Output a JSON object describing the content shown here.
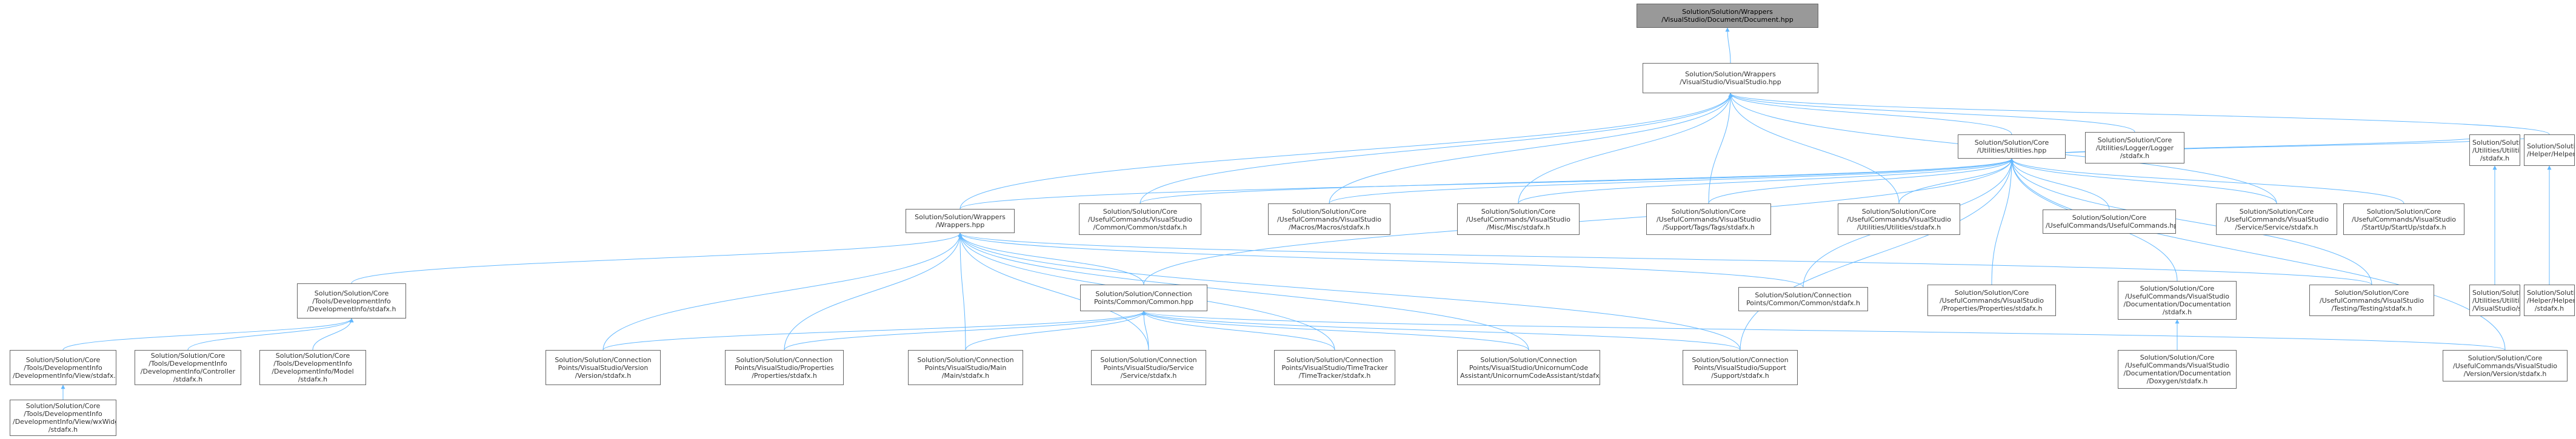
{
  "colors": {
    "edge": "#63b8ff",
    "border": "#666666",
    "root_fill": "#999999",
    "text": "#333333"
  },
  "nodes": [
    {
      "id": "document",
      "lines": [
        "Solution/Solution/Wrappers",
        "/VisualStudio/Document/Document.hpp"
      ],
      "root": true
    },
    {
      "id": "visualstudio",
      "lines": [
        "Solution/Solution/Wrappers",
        "/VisualStudio/VisualStudio.hpp"
      ]
    },
    {
      "id": "utilities",
      "lines": [
        "Solution/Solution/Core",
        "/Utilities/Utilities.hpp"
      ]
    },
    {
      "id": "logger",
      "lines": [
        "Solution/Solution/Core",
        "/Utilities/Logger/Logger",
        "/stdafx.h"
      ]
    },
    {
      "id": "wrappers",
      "lines": [
        "Solution/Solution/Wrappers",
        "/Wrappers.hpp"
      ]
    },
    {
      "id": "uc_common",
      "lines": [
        "Solution/Solution/Core",
        "/UsefulCommands/VisualStudio",
        "/Common/Common/stdafx.h"
      ]
    },
    {
      "id": "uc_macros",
      "lines": [
        "Solution/Solution/Core",
        "/UsefulCommands/VisualStudio",
        "/Macros/Macros/stdafx.h"
      ]
    },
    {
      "id": "uc_misc",
      "lines": [
        "Solution/Solution/Core",
        "/UsefulCommands/VisualStudio",
        "/Misc/Misc/stdafx.h"
      ]
    },
    {
      "id": "uc_support_tags",
      "lines": [
        "Solution/Solution/Core",
        "/UsefulCommands/VisualStudio",
        "/Support/Tags/Tags/stdafx.h"
      ]
    },
    {
      "id": "uc_utilities",
      "lines": [
        "Solution/Solution/Core",
        "/UsefulCommands/VisualStudio",
        "/Utilities/Utilities/stdafx.h"
      ]
    },
    {
      "id": "usefulcommands",
      "lines": [
        "Solution/Solution/Core",
        "/UsefulCommands/UsefulCommands.hpp"
      ]
    },
    {
      "id": "uc_service",
      "lines": [
        "Solution/Solution/Core",
        "/UsefulCommands/VisualStudio",
        "/Service/Service/stdafx.h"
      ]
    },
    {
      "id": "uc_startup",
      "lines": [
        "Solution/Solution/Core",
        "/UsefulCommands/VisualStudio",
        "/StartUp/StartUp/stdafx.h"
      ]
    },
    {
      "id": "util_stdafx",
      "lines": [
        "Solution/Solution/Core",
        "/Utilities/Utilities/Utilities",
        "/stdafx.h"
      ]
    },
    {
      "id": "helper",
      "lines": [
        "Solution/Solution/Wrappers",
        "/Helper/Helper/stdafx.h"
      ]
    },
    {
      "id": "devinfo",
      "lines": [
        "Solution/Solution/Core",
        "/Tools/DevelopmentInfo",
        "/DevelopmentInfo/stdafx.h"
      ]
    },
    {
      "id": "conn_common_hpp",
      "lines": [
        "Solution/Solution/Connection",
        "Points/Common/Common.hpp"
      ]
    },
    {
      "id": "conn_common_stdafx",
      "lines": [
        "Solution/Solution/Connection",
        "Points/Common/Common/stdafx.h"
      ]
    },
    {
      "id": "uc_properties",
      "lines": [
        "Solution/Solution/Core",
        "/UsefulCommands/VisualStudio",
        "/Properties/Properties/stdafx.h"
      ]
    },
    {
      "id": "uc_documentation",
      "lines": [
        "Solution/Solution/Core",
        "/UsefulCommands/VisualStudio",
        "/Documentation/Documentation",
        "/stdafx.h"
      ]
    },
    {
      "id": "uc_testing",
      "lines": [
        "Solution/Solution/Core",
        "/UsefulCommands/VisualStudio",
        "/Testing/Testing/stdafx.h"
      ]
    },
    {
      "id": "uc_version",
      "lines": [
        "Solution/Solution/Core",
        "/UsefulCommands/VisualStudio",
        "/Version/Version/stdafx.h"
      ]
    },
    {
      "id": "util_vs_stdafx",
      "lines": [
        "Solution/Solution/Core",
        "/Utilities/Utilities/Utilities",
        "/VisualStudio/stdafx.h"
      ]
    },
    {
      "id": "helper_vs",
      "lines": [
        "Solution/Solution/Wrappers",
        "/Helper/Helper/VisualStudio",
        "/stdafx.h"
      ]
    },
    {
      "id": "devinfo_view",
      "lines": [
        "Solution/Solution/Core",
        "/Tools/DevelopmentInfo",
        "/DevelopmentInfo/View/stdafx.h"
      ]
    },
    {
      "id": "devinfo_controller",
      "lines": [
        "Solution/Solution/Core",
        "/Tools/DevelopmentInfo",
        "/DevelopmentInfo/Controller",
        "/stdafx.h"
      ]
    },
    {
      "id": "devinfo_model",
      "lines": [
        "Solution/Solution/Core",
        "/Tools/DevelopmentInfo",
        "/DevelopmentInfo/Model",
        "/stdafx.h"
      ]
    },
    {
      "id": "conn_version",
      "lines": [
        "Solution/Solution/Connection",
        "Points/VisualStudio/Version",
        "/Version/stdafx.h"
      ]
    },
    {
      "id": "conn_properties",
      "lines": [
        "Solution/Solution/Connection",
        "Points/VisualStudio/Properties",
        "/Properties/stdafx.h"
      ]
    },
    {
      "id": "conn_main",
      "lines": [
        "Solution/Solution/Connection",
        "Points/VisualStudio/Main",
        "/Main/stdafx.h"
      ]
    },
    {
      "id": "conn_service",
      "lines": [
        "Solution/Solution/Connection",
        "Points/VisualStudio/Service",
        "/Service/stdafx.h"
      ]
    },
    {
      "id": "conn_timetracker",
      "lines": [
        "Solution/Solution/Connection",
        "Points/VisualStudio/TimeTracker",
        "/TimeTracker/stdafx.h"
      ]
    },
    {
      "id": "conn_unicorn",
      "lines": [
        "Solution/Solution/Connection",
        "Points/VisualStudio/UnicornumCode",
        "Assistant/UnicornumCodeAssistant/stdafx.h"
      ]
    },
    {
      "id": "conn_support",
      "lines": [
        "Solution/Solution/Connection",
        "Points/VisualStudio/Support",
        "/Support/stdafx.h"
      ]
    },
    {
      "id": "uc_doxygen",
      "lines": [
        "Solution/Solution/Core",
        "/UsefulCommands/VisualStudio",
        "/Documentation/Documentation",
        "/Doxygen/stdafx.h"
      ]
    },
    {
      "id": "devinfo_wx",
      "lines": [
        "Solution/Solution/Core",
        "/Tools/DevelopmentInfo",
        "/DevelopmentInfo/View/wxWidgets",
        "/stdafx.h"
      ]
    }
  ],
  "edges": [
    [
      "visualstudio",
      "document"
    ],
    [
      "wrappers",
      "visualstudio"
    ],
    [
      "uc_common",
      "visualstudio"
    ],
    [
      "uc_macros",
      "visualstudio"
    ],
    [
      "uc_misc",
      "visualstudio"
    ],
    [
      "uc_support_tags",
      "visualstudio"
    ],
    [
      "uc_utilities",
      "visualstudio"
    ],
    [
      "helper",
      "visualstudio"
    ],
    [
      "logger",
      "visualstudio"
    ],
    [
      "utilities",
      "visualstudio"
    ],
    [
      "uc_service",
      "visualstudio"
    ],
    [
      "wrappers",
      "utilities"
    ],
    [
      "uc_common",
      "utilities"
    ],
    [
      "uc_macros",
      "utilities"
    ],
    [
      "uc_misc",
      "utilities"
    ],
    [
      "uc_support_tags",
      "utilities"
    ],
    [
      "uc_utilities",
      "utilities"
    ],
    [
      "usefulcommands",
      "utilities"
    ],
    [
      "uc_service",
      "utilities"
    ],
    [
      "uc_startup",
      "utilities"
    ],
    [
      "util_stdafx",
      "utilities"
    ],
    [
      "helper",
      "utilities"
    ],
    [
      "uc_properties",
      "utilities"
    ],
    [
      "uc_documentation",
      "utilities"
    ],
    [
      "uc_testing",
      "utilities"
    ],
    [
      "uc_version",
      "utilities"
    ],
    [
      "conn_support",
      "utilities"
    ],
    [
      "conn_common_stdafx",
      "utilities"
    ],
    [
      "conn_common_hpp",
      "utilities"
    ],
    [
      "devinfo",
      "wrappers"
    ],
    [
      "conn_common_hpp",
      "wrappers"
    ],
    [
      "conn_version",
      "wrappers"
    ],
    [
      "conn_properties",
      "wrappers"
    ],
    [
      "conn_main",
      "wrappers"
    ],
    [
      "conn_service",
      "wrappers"
    ],
    [
      "conn_timetracker",
      "wrappers"
    ],
    [
      "conn_unicorn",
      "wrappers"
    ],
    [
      "conn_support",
      "wrappers"
    ],
    [
      "conn_common_stdafx",
      "wrappers"
    ],
    [
      "uc_testing",
      "wrappers"
    ],
    [
      "devinfo_view",
      "devinfo"
    ],
    [
      "devinfo_controller",
      "devinfo"
    ],
    [
      "devinfo_model",
      "devinfo"
    ],
    [
      "conn_version",
      "conn_common_hpp"
    ],
    [
      "conn_properties",
      "conn_common_hpp"
    ],
    [
      "conn_main",
      "conn_common_hpp"
    ],
    [
      "conn_service",
      "conn_common_hpp"
    ],
    [
      "conn_timetracker",
      "conn_common_hpp"
    ],
    [
      "conn_unicorn",
      "conn_common_hpp"
    ],
    [
      "conn_support",
      "conn_common_hpp"
    ],
    [
      "uc_version",
      "conn_common_hpp"
    ],
    [
      "uc_doxygen",
      "uc_documentation"
    ],
    [
      "util_vs_stdafx",
      "util_stdafx"
    ],
    [
      "helper_vs",
      "helper"
    ],
    [
      "devinfo_wx",
      "devinfo_view"
    ]
  ]
}
